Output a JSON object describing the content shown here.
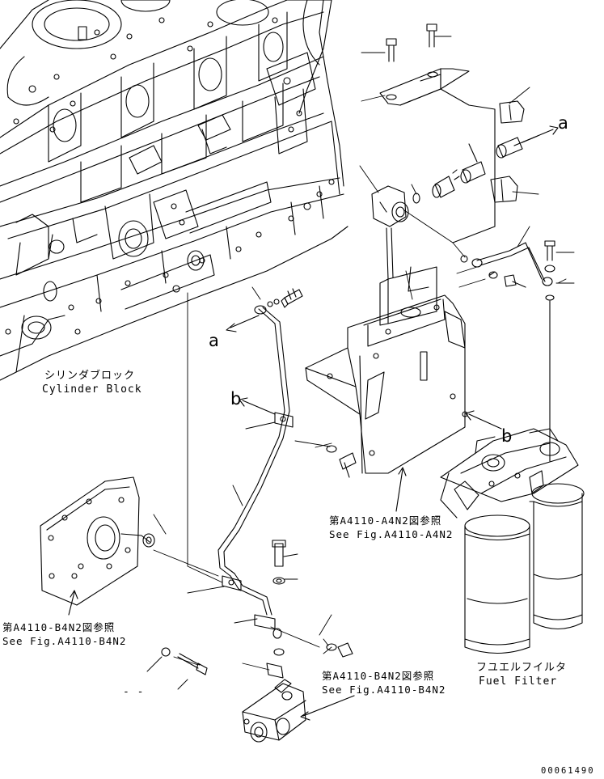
{
  "labels": {
    "cylinder_block_jp": "シリンダブロック",
    "cylinder_block_en": "Cylinder Block",
    "fuel_filter_jp": "フユエルフイルタ",
    "fuel_filter_en": "Fuel Filter",
    "ref_a4n2_jp": "第A4110-A4N2図参照",
    "ref_a4n2_en": "See Fig.A4110-A4N2",
    "ref_b4n2_left_jp": "第A4110-B4N2図参照",
    "ref_b4n2_left_en": "See Fig.A4110-B4N2",
    "ref_b4n2_bottom_jp": "第A4110-B4N2図参照",
    "ref_b4n2_bottom_en": "See Fig.A4110-B4N2",
    "marker_a_top": "a",
    "marker_a_left": "a",
    "marker_b_left": "b",
    "marker_b_right": "b",
    "drawing_code": "00061490",
    "dashes": "- -"
  },
  "colors": {
    "ink": "#000000",
    "paper": "#ffffff"
  }
}
